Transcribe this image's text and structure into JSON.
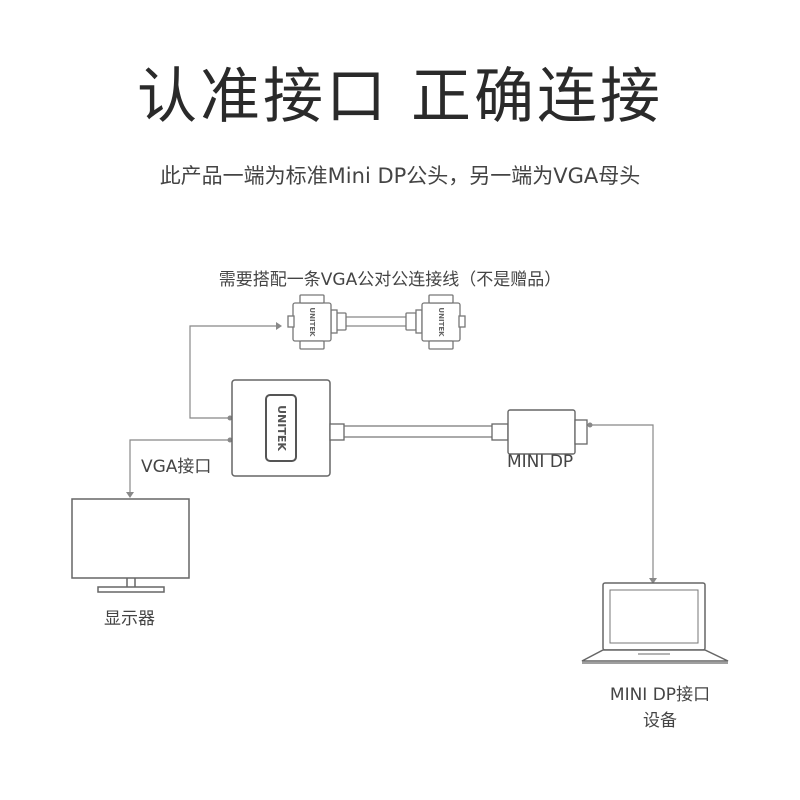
{
  "header": {
    "title": "认准接口 正确连接",
    "subtitle": "此产品一端为标准Mini DP公头，另一端为VGA母头"
  },
  "diagram": {
    "cable_note": "需要搭配一条VGA公对公连接线（不是赠品）",
    "adapter_brand": "UNITEK",
    "cable_brand_left": "UNITEK",
    "cable_brand_right": "UNITEK",
    "vga_port_label": "VGA接口",
    "minidp_label": "MINI DP",
    "monitor_label": "显示器",
    "device_label_line1": "MINI DP接口",
    "device_label_line2": "设备"
  },
  "colors": {
    "line": "#777777",
    "text": "#333333",
    "background": "#ffffff"
  }
}
